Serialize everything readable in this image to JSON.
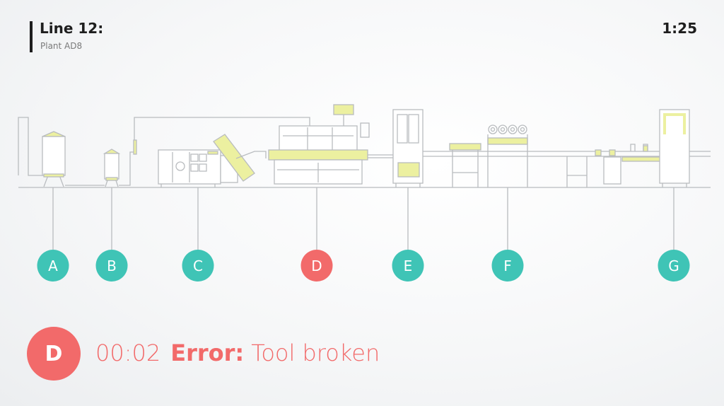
{
  "header": {
    "title": "Line 12:",
    "subtitle": "Plant AD8",
    "clock": "1:25"
  },
  "stations": [
    {
      "id": "a",
      "label": "A",
      "status": "ok"
    },
    {
      "id": "b",
      "label": "B",
      "status": "ok"
    },
    {
      "id": "c",
      "label": "C",
      "status": "ok"
    },
    {
      "id": "d",
      "label": "D",
      "status": "error"
    },
    {
      "id": "e",
      "label": "E",
      "status": "ok"
    },
    {
      "id": "f",
      "label": "F",
      "status": "ok"
    },
    {
      "id": "g",
      "label": "G",
      "status": "ok"
    }
  ],
  "status": {
    "station": "D",
    "time": "00:02",
    "label": "Error:",
    "message": "Tool broken"
  },
  "colors": {
    "ok": "#3fc4b6",
    "error": "#f26a6a",
    "machine_line": "#b9bcbf",
    "machine_accent": "#ecf0a0"
  }
}
